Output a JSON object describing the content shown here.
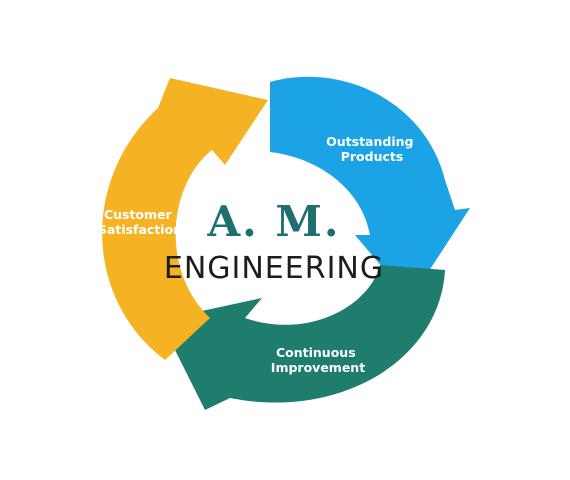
{
  "logo": {
    "title": "A. M.",
    "subtitle": "ENGINEERING"
  },
  "cycle": {
    "segments": [
      {
        "id": "outstanding-products",
        "lines": [
          "Outstanding",
          "Products"
        ],
        "color": "#1ba3e6"
      },
      {
        "id": "continuous-improvement",
        "lines": [
          "Continuous",
          "Improvement"
        ],
        "color": "#1e7d6c"
      },
      {
        "id": "customer-satisfaction",
        "lines": [
          "Customer",
          "Satisfaction"
        ],
        "color": "#f5b324"
      }
    ]
  }
}
